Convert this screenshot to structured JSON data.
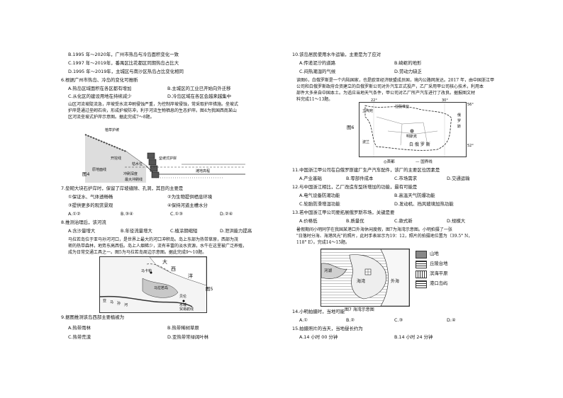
{
  "left": {
    "q5_options": [
      "B.1995 年～2020年，广州市热岛与冷岛面积变化一致",
      "C.1997 年～2019年，番禺区比花都区同期热岛占比大",
      "D.1995 年～2019年，主城区与南沙区热岛占比变化相同"
    ],
    "q6_stem": "6.根据广州市热岛、冷岛的变化可推断",
    "q6_options": [
      "A.热岛区域面积在各区都有增加",
      "B.主城区的工业已开始向外迁移",
      "C.从化区的建设用地在持续减少",
      "D.冷岛区域在各区会越来越集中"
    ],
    "passage1": [
      "山区河流坡陡流急，岸坡受水流冲刷侵蚀严重，为控制岸坡侵蚀，常采取护岸措施。垒坡式",
      "护岸是通过垒砌石块，形成护坡防冲，利于河流生物栖息的生态护岸。图4为我国西南某山",
      "区河流垒坡式护岸示意图。据此完成7～8题。"
    ],
    "fig4": {
      "caption": "图4",
      "labels": [
        "植草护坡",
        "开挖线",
        "原地面线",
        "冲刷深度",
        "枯水位",
        "滩地高程",
        "垒坡式护岸",
        "最大冲刷线"
      ]
    },
    "q7_stem": "7.垒砌大块石护岸时，保留了岸坡缝隙、孔洞，其目的主要是",
    "q7_items": [
      "①保证水、气体透畅畅",
      "②为生物提供栖息环境",
      "③提供更多的观赏景观",
      "④保持河道主槽水分"
    ],
    "q7_options": [
      "A.①②",
      "B.③④",
      "C.①③",
      "D.②④"
    ],
    "q8_stem": "8.推测治理后，该河流",
    "q8_options": [
      "A.含沙量增大",
      "B.年径流量增大",
      "C.植涂期缩短",
      "D.泄洪能力提高"
    ],
    "passage2": [
      "马拉若岛位于亚马孙河河口，是世界上最大的河口冲积岛。岛上东部为热带草原，西部为茂",
      "密的热带森林，地势东高西低。岛上人烟稀少，流有丰富的淡水资源，水牛在这里被广泛养殖，",
      "成为日常交通工具之一。图5为马拉若岛周边示意图。据此完成9～10题。"
    ],
    "fig5": {
      "caption": "图5",
      "labels": [
        "大",
        "西",
        "洋",
        "马卡帕",
        "马拉若岛",
        "亚",
        "马",
        "孙",
        "河",
        "贝伦",
        "水域",
        "贸易航线"
      ]
    },
    "q9_stem": "9.据图推测该岛西部主要植被为",
    "q9_options": [
      "A.热带雨林",
      "B.热带稀树草原",
      "C.热带荒漠",
      "D.亚热带常绿阔叶林"
    ]
  },
  "right": {
    "q10_stem": "10.该岛居民使用水牛运输，主要是为了应对",
    "q10_options": [
      "A.传递泥泞的道路",
      "B.崎岖的地形",
      "C.闷热潮湿的气候",
      "D.劳动力缺乏"
    ],
    "passage3": [
      "读图6，白俄罗斯是一个内陆国家，也是欧亚经济联盟成员国，境内公路网发达。2017 年，由中国浙江甲",
      "公司和白俄罗斯政府合资建立的白俄罗斯公司对外汽车正式投产，乙厂采用甲公司核心技术，利用本",
      "部件大多来自中国本土。为适应当地天气条件，甲公司对乙厂所产汽车进行了改良。据报图文材",
      "料完成11～13题。"
    ],
    "fig6": {
      "caption": "图6",
      "labels": [
        "22°",
        "30°",
        "56°",
        "52°",
        "俄",
        "罗",
        "斯",
        "明斯克",
        "白 俄 罗 斯",
        "波兰",
        "立陶宛",
        "拉脱维亚",
        "◎首都",
        "— 国界线"
      ]
    },
    "q11_stem": "11.中国浙江甲公司在白俄罗斯建厂生产汽车配件，该厂的主要区位因素是",
    "q11_options": [
      "A.产业基础",
      "B.零部件成本",
      "C.市场需求",
      "D.交通运输"
    ],
    "q12_stem": "12.与中国浙江相比，乙厂改造车型所增加的功能，最有可能是",
    "q12_options": [
      "A.电气设备防潮功能",
      "B.高温天气防爆功能",
      "C.轮胎防滑增湿功能",
      "D.发动机、挡风玻璃加热功能"
    ],
    "q13_stem": "13.若中国浙江甲公司要拓展俄罗斯市场，关键是要",
    "q13_options": [
      "A.价格低",
      "B.质量优",
      "C.款式新",
      "D.规模大"
    ],
    "passage4": [
      "暑假期间小明同学在我国某港口外海休闲度假，图7为海湾示意图。小明拍摄了一张",
      "\"日落时分海、海港风光\"的照片，此时手表显示为19：12，照片的拍摄地位置为（39.5° N，",
      "118° E）。完成14～15题。"
    ],
    "fig7": {
      "caption": "图7 海湾示意图",
      "labels": [
        "河湖",
        "海湾",
        "外海",
        "山地",
        "丘陵台地",
        "滨海平原",
        "港口岛屿"
      ]
    },
    "q14_stem": "14.小明拍摄时，当地可能",
    "q14_options": [
      "A.①",
      "B.②",
      "C.③",
      "D.④"
    ],
    "q15_stem": "15.拍摄照片的当天，当地昼长约为",
    "q15_options": [
      "A.14 小时 00 分钟",
      "B.14 小时 24 分钟"
    ]
  }
}
